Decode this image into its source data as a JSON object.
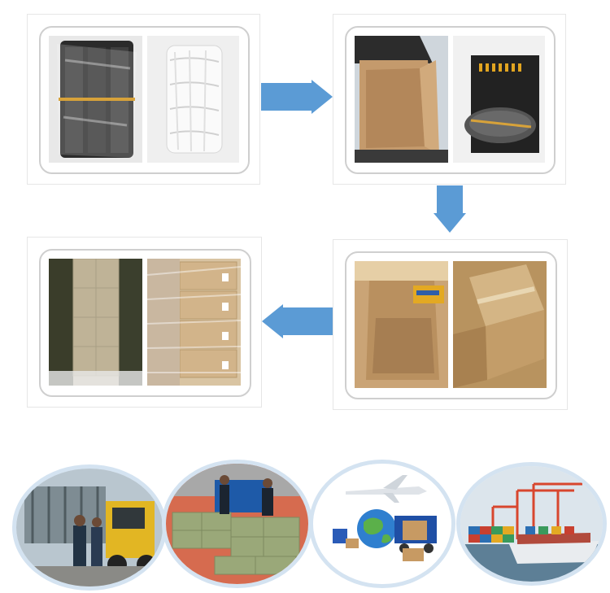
{
  "process": {
    "steps": [
      {
        "name": "wrap-battery",
        "photos": [
          "wrapped-battery-black",
          "wrapped-battery-white-foam"
        ]
      },
      {
        "name": "box-battery",
        "photos": [
          "open-carton-black-box",
          "battery-on-box"
        ]
      },
      {
        "name": "carton-packing",
        "photos": [
          "open-carton-with-item",
          "sealed-cartons"
        ]
      },
      {
        "name": "pallet-packing",
        "photos": [
          "wrapped-bales-stack",
          "stretch-wrapped-pallet"
        ]
      }
    ],
    "shipping": [
      "truck-loading-forklift",
      "workers-loading-bales",
      "air-and-road-logistics",
      "container-port-ship"
    ]
  }
}
